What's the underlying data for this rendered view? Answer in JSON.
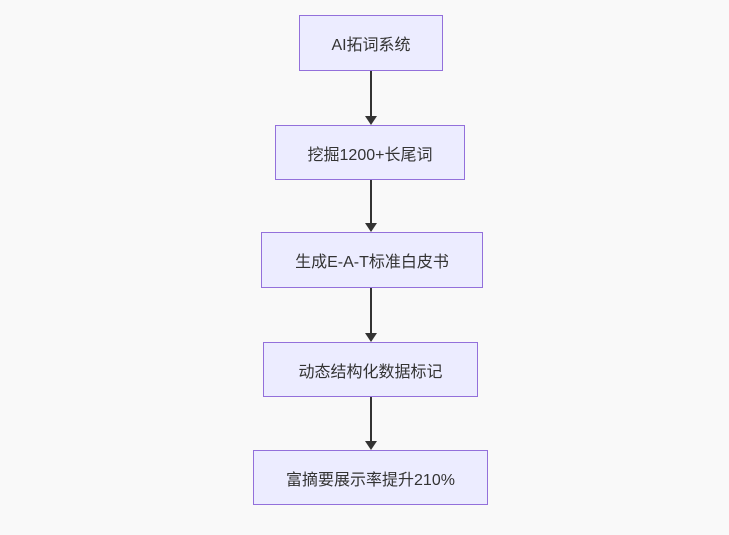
{
  "diagram": {
    "type": "flowchart",
    "direction": "top-down",
    "nodes": [
      {
        "id": "step-1",
        "label": "AI拓词系统"
      },
      {
        "id": "step-2",
        "label": "挖掘1200+长尾词"
      },
      {
        "id": "step-3",
        "label": "生成E-A-T标准白皮书"
      },
      {
        "id": "step-4",
        "label": "动态结构化数据标记"
      },
      {
        "id": "step-5",
        "label": "富摘要展示率提升210%"
      }
    ],
    "edges": [
      {
        "from": "step-1",
        "to": "step-2"
      },
      {
        "from": "step-2",
        "to": "step-3"
      },
      {
        "from": "step-3",
        "to": "step-4"
      },
      {
        "from": "step-4",
        "to": "step-5"
      }
    ],
    "colors": {
      "background": "#f9f9f9",
      "node_fill": "#ECECFF",
      "node_border": "#9370DB",
      "arrow": "#333333",
      "text": "#333333"
    }
  }
}
